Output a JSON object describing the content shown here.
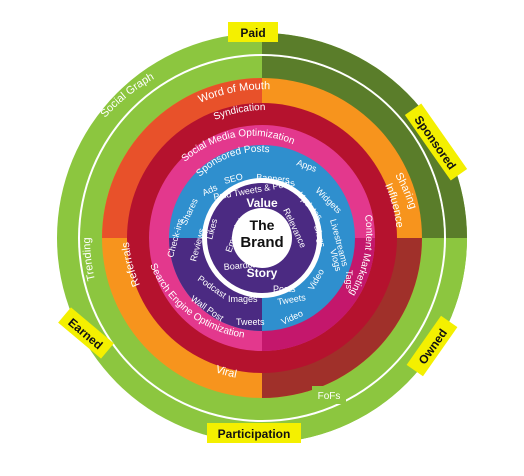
{
  "colors": {
    "green_light": "#8cc63f",
    "green_dark": "#5a7d2a",
    "orange": "#f7941d",
    "orange_red": "#e8512a",
    "dark_red": "#b5122e",
    "brown_red": "#8b1a2b",
    "pink": "#e3388d",
    "magenta": "#c4176c",
    "blue": "#2f8fce",
    "purple": "#4b2a82",
    "yellow": "#f4f000",
    "white": "#ffffff",
    "black": "#111111"
  },
  "brand": {
    "title_line1": "The",
    "title_line2": "Brand"
  },
  "value_story": {
    "top": "Value",
    "bottom": "Story"
  },
  "outer_tags": {
    "paid": "Paid",
    "sponsored": "Sponsored",
    "owned": "Owned",
    "participation": "Participation",
    "earned": "Earned"
  },
  "ring_outer": {
    "social_graph": "Social Graph",
    "sharing": "Sharing",
    "trending": "Trending",
    "fofs": "FoFs"
  },
  "ring_second": {
    "word_of_mouth": "Word of Mouth",
    "influence": "Influence",
    "referrals": "Referrals",
    "viral": "Viral"
  },
  "ring_third": {
    "syndication": "Syndication",
    "content_marketing": "Content Marketing",
    "search_engine_optimization": "Search Engine Optimization"
  },
  "ring_fourth": {
    "social_media_optimization": "Social Media Optimization"
  },
  "ring_fifth": {
    "sponsored_posts": "Sponsored Posts",
    "apps": "Apps",
    "ads": "Ads",
    "seo": "SEO",
    "banners": "Banners",
    "widgets": "Widgets",
    "shares": "Shares",
    "updates": "Updates",
    "livestreams": "Livestreams",
    "tags": "Tags",
    "video": "Video",
    "tweets": "Tweets",
    "images": "Images",
    "wall_post": "Wall Post",
    "check_ins": "Check-ins",
    "reviews": "Reviews",
    "likes": "Likes",
    "paid_tweets_posts": "Paid Tweets & Posts",
    "empathy": "Empathy",
    "relevance": "Relevance",
    "blogs": "Blogs",
    "boardcast": "Boardcast",
    "podcast": "Podcast",
    "posts": "Posts",
    "tweets_inner": "Tweets",
    "video_inner": "Video",
    "vlogs": "Vlogs"
  }
}
